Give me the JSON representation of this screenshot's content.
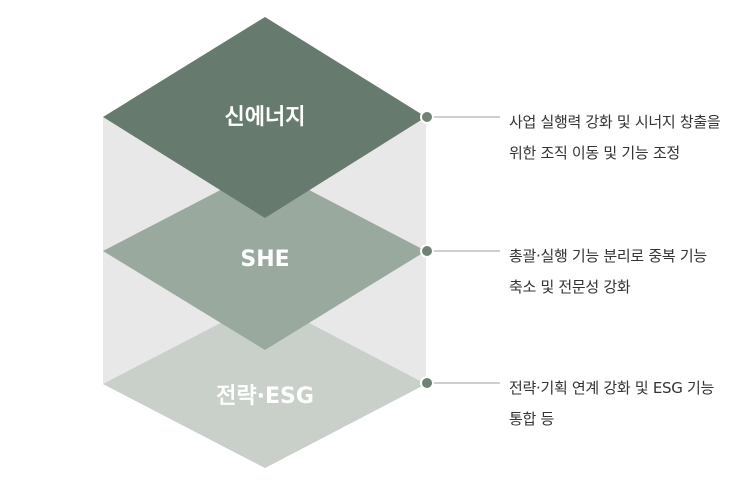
{
  "layers": [
    {
      "label": "신에너지",
      "color": "#667b6d",
      "description": [
        "사업 실행력 강화 및 시너지 창출을",
        "위한 조직 이동 및 기능 조정"
      ]
    },
    {
      "label": "SHE",
      "color": "#9aa99e",
      "description": [
        "총괄·실행 기능 분리로 중복 기능",
        "축소 및 전문성 강화"
      ]
    },
    {
      "label": "전략·ESG",
      "color": "#c8d0c9",
      "description": [
        "전략·기획 연계 강화 및 ESG 기능",
        "통합 등"
      ]
    }
  ],
  "colors": {
    "side_panel": "#e8e8e8",
    "connector": "#9aa39c",
    "dot": "#6f8274",
    "text": "#333333"
  }
}
